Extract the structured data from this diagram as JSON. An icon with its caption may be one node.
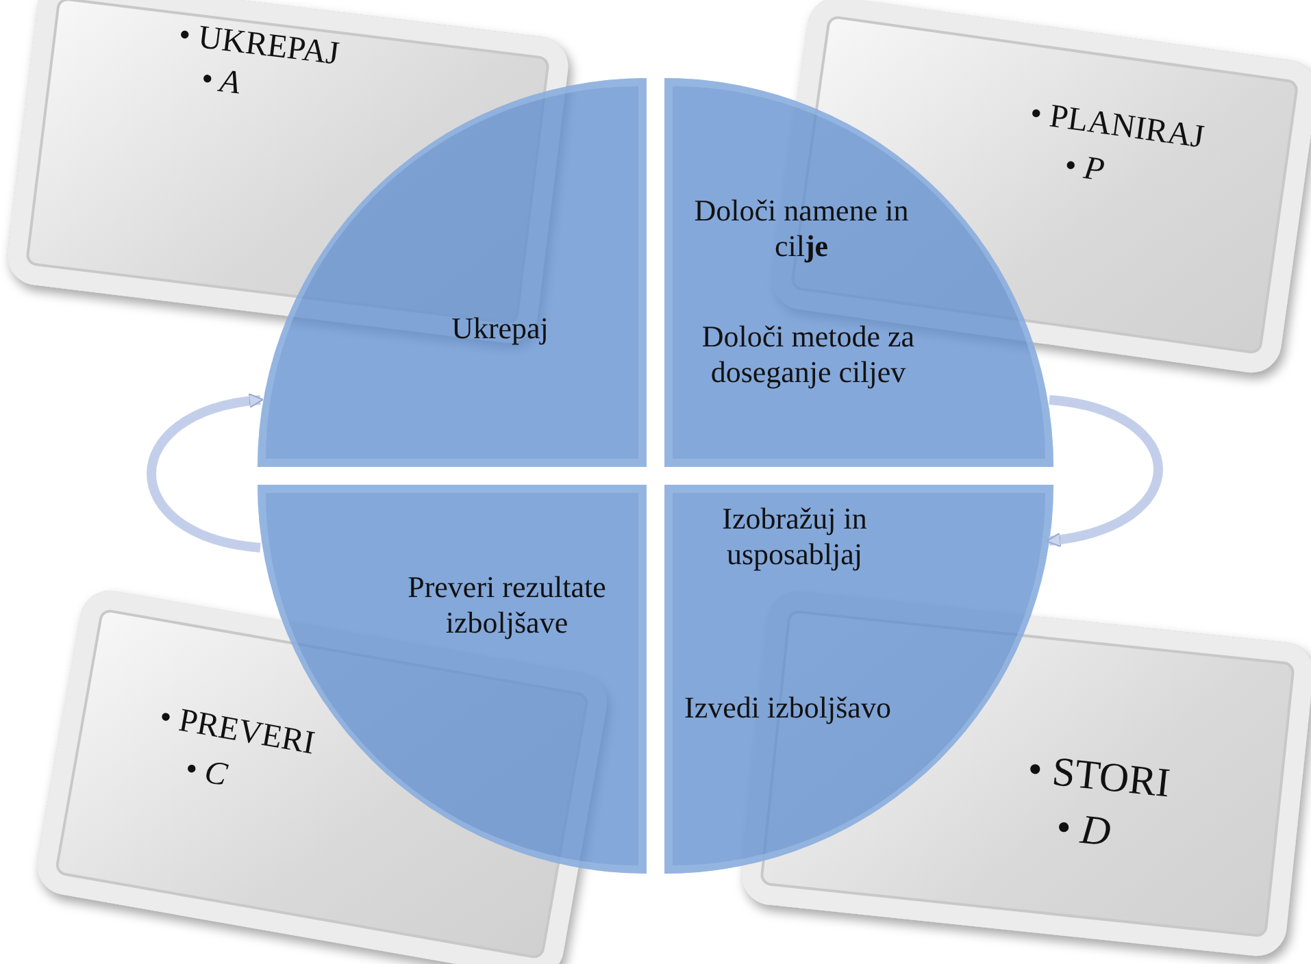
{
  "diagram": {
    "nodes": [
      {
        "text": [
          "• UKREPAJ",
          "• A"
        ]
      },
      {
        "text": [
          "• PLANIRAJ",
          "• P"
        ]
      },
      {
        "text": [
          "Ukrepaj"
        ]
      },
      {
        "text": [
          "Določi namene in cil**je**",
          "Določi metode za doseganje ciljev"
        ]
      },
      {
        "text": [
          "Preveri rezultate izboljšave"
        ]
      },
      {
        "text": [
          "Izobražuj in usposabljaj",
          "Izvedi izboljšavo"
        ]
      },
      {
        "text": [
          "• PREVERI",
          "• C"
        ]
      },
      {
        "text": [
          "• STORI",
          "• D"
        ]
      }
    ],
    "edges": [
      {
        "from": 3,
        "to": 5,
        "arrow": "to"
      },
      {
        "from": 4,
        "to": 2,
        "arrow": "to"
      }
    ]
  }
}
